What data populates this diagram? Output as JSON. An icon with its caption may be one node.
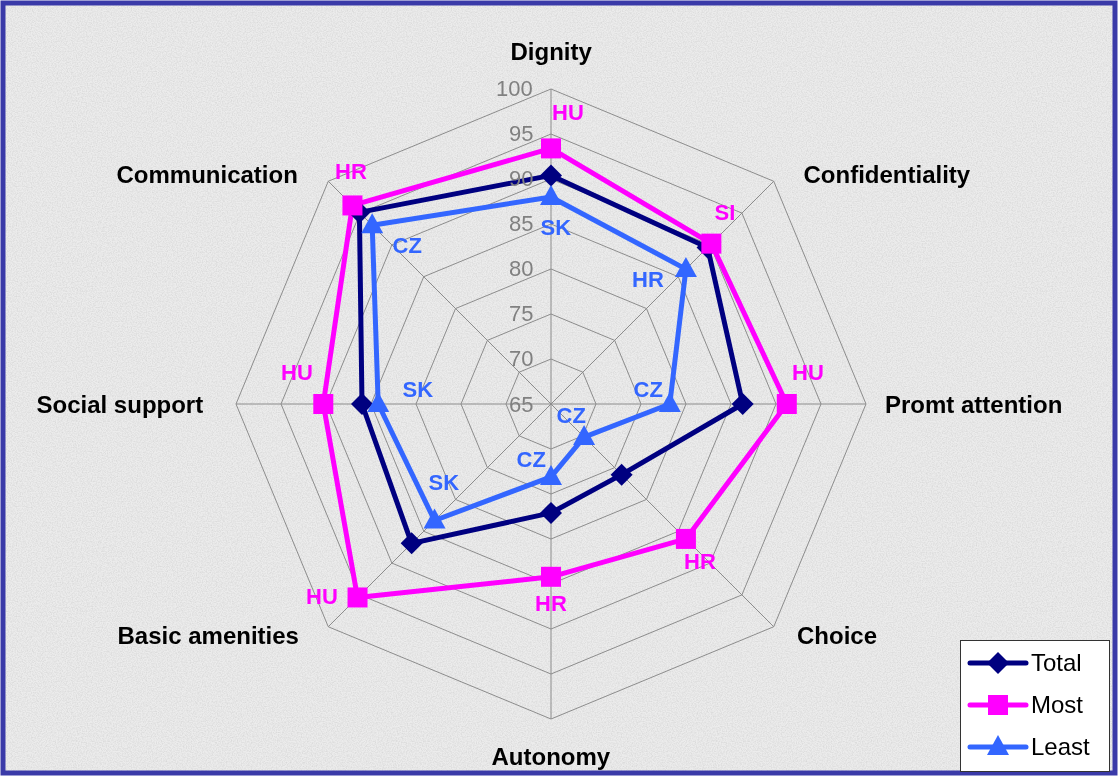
{
  "diagram": {
    "labels": [
      "Dignity",
      "100",
      "HU",
      "95",
      "Communication",
      "HR",
      "Confidentiality",
      "90",
      "SI",
      "85",
      "SK",
      "CZ",
      "80",
      "HR",
      "75",
      "70",
      "HU",
      "HU",
      "SK",
      "CZ",
      "Social support",
      "65",
      "Promt attention",
      "CZ",
      "CZ",
      "SK",
      "HR",
      "HU",
      "HR",
      "Basic amenities",
      "Choice",
      "Autonomy"
    ],
    "legend": [
      {
        "text": "Total"
      },
      {
        "text": "Most"
      },
      {
        "text": "Least"
      }
    ]
  }
}
